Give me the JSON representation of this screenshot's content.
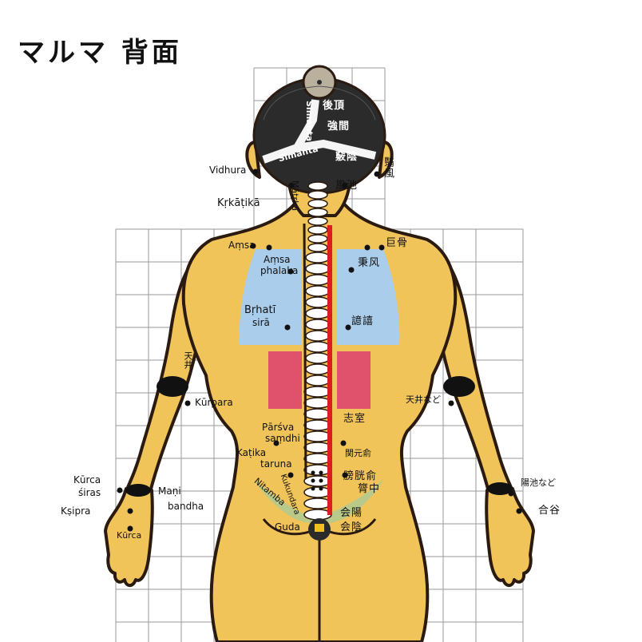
{
  "title": "マルマ 背面",
  "colors": {
    "skin": "#F1C45A",
    "skin_edge": "#2a1a10",
    "blue": "#A9CDEB",
    "red_zone": "#E0516C",
    "red_line": "#D81E1E",
    "green_zone": "#B9C98A",
    "hair": "#2b2b2b",
    "grid": "#9a9a9a"
  },
  "labels": {
    "vidhura": "Vidhura",
    "krkatika": "Kṛkāṭikā",
    "amsa": "Aṃsa",
    "amsa_phalaka_1": "Aṃsa",
    "amsa_phalaka_2": "phalaka",
    "brhati_1": "Bṛhatī",
    "brhati_2": "sirā",
    "kurpara": "Kūrpara",
    "parsva_1": "Pārśva",
    "parsva_2": "saṃdhi",
    "katika_1": "Kaṭika",
    "katika_2": "taruna",
    "nitamba": "Nitamba",
    "kukundara": "Kukundara",
    "kurca_siras_1": "Kūrca",
    "kurca_siras_2": "śiras",
    "mani_1": "Maṇi",
    "mani_2": "bandha",
    "ksipra": "Kṣipra",
    "kurca": "Kūrca",
    "guda": "Guda",
    "matrka": "Mātṛkā",
    "simanta_a": "Simanta",
    "simanta_b": "Simanta",
    "jp_kouchou": "後頂",
    "jp_kyoukan": "強間",
    "jp_kyouin": "竅陰",
    "jp_fuuchi": "風池",
    "jp_eifuu": "翳風",
    "jp_kokotsu": "巨骨",
    "jp_heifuu": "秉风",
    "jp_iki": "譩譆",
    "jp_tensei": "天井など",
    "jp_shishitsu": "志室",
    "jp_kangen": "関元俞",
    "jp_bokouyuu_1": "膀胱俞",
    "jp_bokouyuu_2": "膂中",
    "jp_eyou": "会陽",
    "jp_ein": "会陰",
    "jp_youchi": "陽池など",
    "jp_goukoku": "合谷",
    "jp_left_elbow": "天井"
  }
}
